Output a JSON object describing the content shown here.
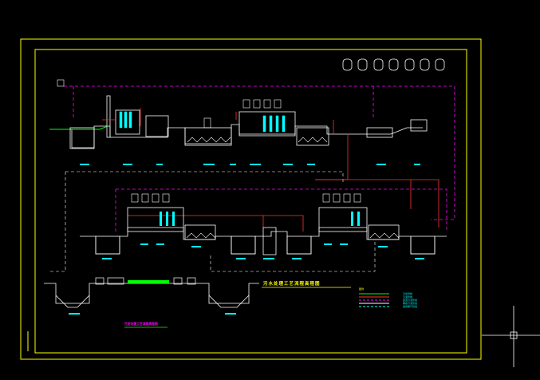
{
  "drawing": {
    "title": "污水处理工艺流程高程图",
    "subtitle": "污泥处理工艺流程高程图",
    "legend_heading": "图例",
    "legend_items": [
      "污水管线",
      "污泥管线",
      "回流污泥管线",
      "剩余污泥管线",
      "鼓风曝气管线"
    ],
    "colors": {
      "frame": "#ffff00",
      "sewage": "#00ff00",
      "sludge": "#ff3333",
      "return": "#ff00ff",
      "air": "#00ffff",
      "structure": "#ffffff",
      "label": "#00ffff"
    }
  }
}
